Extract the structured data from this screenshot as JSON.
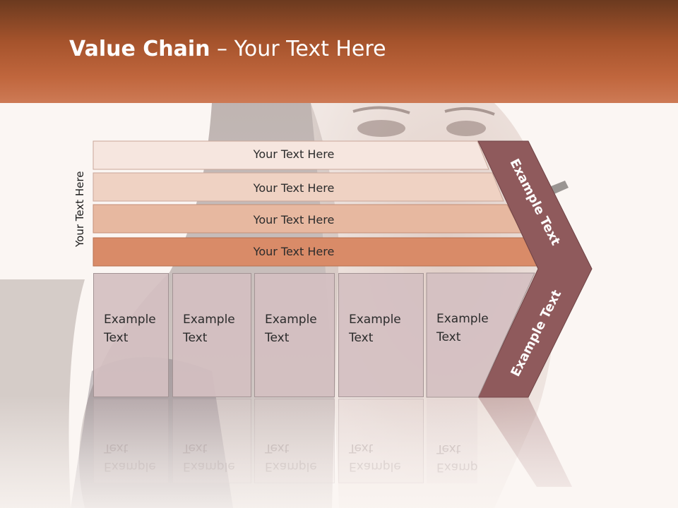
{
  "header": {
    "title_bold": "Value Chain",
    "title_rest": " – Your Text Here"
  },
  "diagram": {
    "vertical_label": "Your Text Here",
    "bars": [
      {
        "label": "Your Text Here",
        "color": "#f6e6df"
      },
      {
        "label": "Your Text Here",
        "color": "#efd2c3"
      },
      {
        "label": "Your Text Here",
        "color": "#e7b8a0"
      },
      {
        "label": "Your Text Here",
        "color": "#d98b68"
      }
    ],
    "boxes": [
      {
        "label": "Example\nText"
      },
      {
        "label": "Example\nText"
      },
      {
        "label": "Example\nText"
      },
      {
        "label": "Example\nText"
      },
      {
        "label": "Example\nText"
      }
    ],
    "chevron": {
      "upper_label": "Example Text",
      "lower_label": "Example Text",
      "color": "#8f5a5c"
    }
  }
}
